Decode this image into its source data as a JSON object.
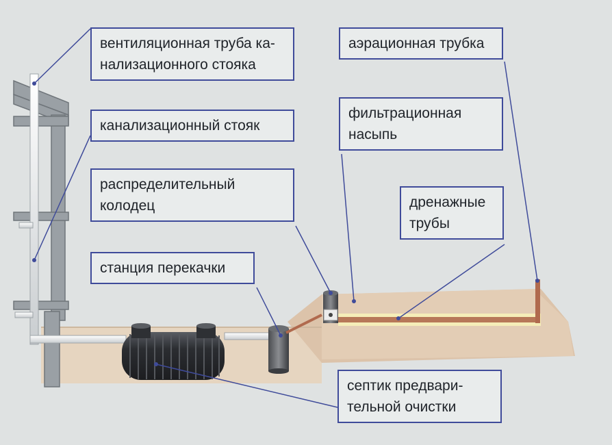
{
  "labels": {
    "vent_pipe": [
      "вентиляционная труба ка-",
      "нализационного стояка"
    ],
    "riser": [
      "канализационный стояк"
    ],
    "distribution_well": [
      "распределительный",
      "колодец"
    ],
    "pump_station": [
      "станция перекачки"
    ],
    "septic_tank": [
      "септик предвари-",
      "тельной очистки"
    ],
    "aeration_tube": [
      "аэрационная трубка"
    ],
    "filtration_mound": [
      "фильтрационная",
      "насыпь"
    ],
    "drainage_pipes": [
      "дренажные",
      "трубы"
    ]
  },
  "colors": {
    "background": "#dfe2e2",
    "label_border": "#3f4b9a",
    "leader_line": "#3f4b9a",
    "soil": "#e6d5c0",
    "mound": "#dcc3aa",
    "house_frame": "#8a8f94",
    "pipe_copper": "#b06a4e",
    "tank_dark": "#2b2d31"
  }
}
